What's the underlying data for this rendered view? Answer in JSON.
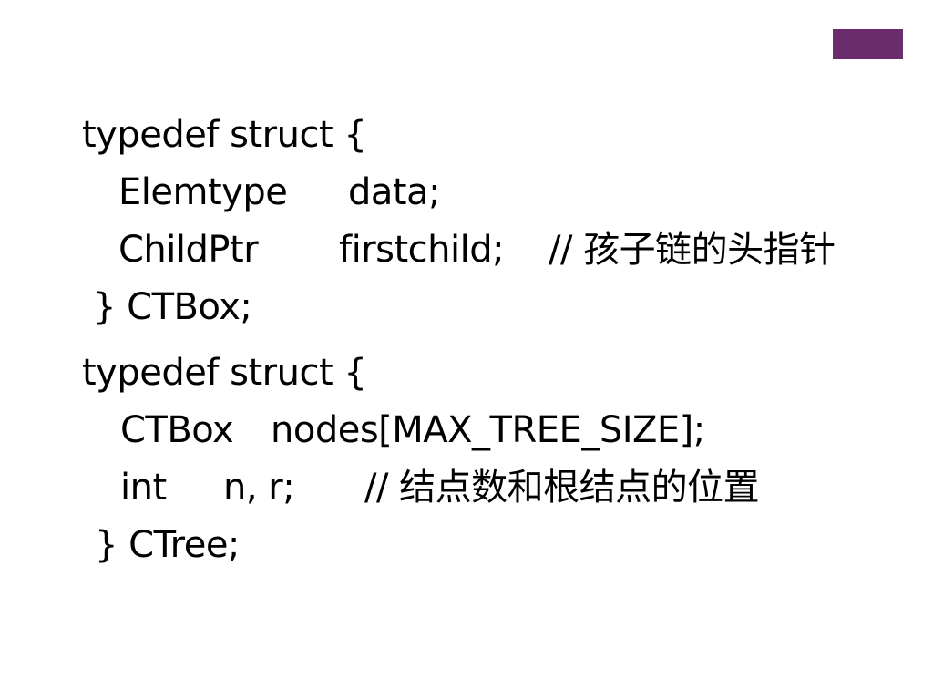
{
  "colors": {
    "accent": "#6b2c6b",
    "text": "#000000",
    "background": "#ffffff"
  },
  "block1": {
    "open": "typedef struct {",
    "field1_type": "Elemtype",
    "field1_name": "data;",
    "field2_type": "ChildPtr",
    "field2_name": "firstchild;",
    "field2_comment": "// 孩子链的头指针",
    "close": "} CTBox;"
  },
  "block2": {
    "open": "typedef struct {",
    "field1_type": "CTBox",
    "field1_name": "nodes[MAX_TREE_SIZE];",
    "field2_type": "int",
    "field2_name": "n, r;",
    "field2_comment": "// 结点数和根结点的位置",
    "close": "} CTree;"
  }
}
